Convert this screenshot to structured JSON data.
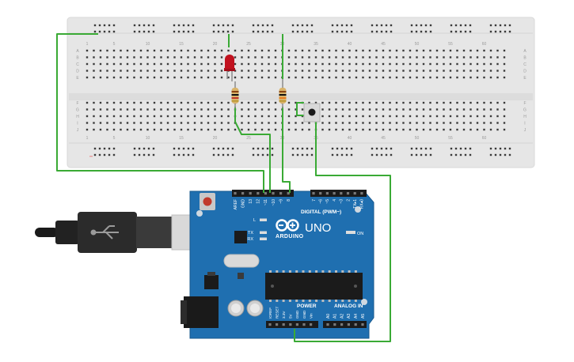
{
  "colors": {
    "breadboard": "#e6e6e6",
    "board": "#1f6fb0",
    "wire": "#3aaa35",
    "led": "#c1121f",
    "resistor": "#d9b36a",
    "chip": "#1b1b1b"
  },
  "breadboard": {
    "rows_left": [
      "A",
      "B",
      "C",
      "D",
      "E",
      "F",
      "G",
      "H",
      "I",
      "J"
    ],
    "rows_right": [
      "A",
      "B",
      "C",
      "D",
      "E",
      "F",
      "G",
      "H",
      "I",
      "J"
    ],
    "columns_top": [
      "1",
      "5",
      "10",
      "15",
      "20",
      "25",
      "30",
      "35",
      "40",
      "45",
      "50",
      "55",
      "60"
    ],
    "columns_bottom": [
      "1",
      "5",
      "10",
      "15",
      "20",
      "25",
      "30",
      "35",
      "40",
      "45",
      "50",
      "55",
      "60"
    ]
  },
  "arduino": {
    "logo_text": "ARDUINO",
    "model": "UNO",
    "on_label": "ON",
    "digital_header": "DIGITAL (PWM~)",
    "power_header": "POWER",
    "analog_header": "ANALOG IN",
    "led_labels": [
      "L",
      "TX",
      "RX"
    ],
    "digital_pins": [
      "AREF",
      "GND",
      "13",
      "12",
      "~11",
      "~10",
      "~9",
      "8",
      "7",
      "~6",
      "~5",
      "4",
      "~3",
      "2",
      "TX▸1",
      "RX◂0"
    ],
    "power_pins": [
      "IOREF",
      "RESET",
      "3.3V",
      "5V",
      "GND",
      "GND",
      "Vin"
    ],
    "analog_pins": [
      "A0",
      "A1",
      "A2",
      "A3",
      "A4",
      "A5"
    ]
  },
  "components": {
    "led": "led",
    "resistor_1": "resistor",
    "resistor_2": "resistor",
    "pushbutton": "pushbutton",
    "usb_cable": "usb-b-cable"
  }
}
